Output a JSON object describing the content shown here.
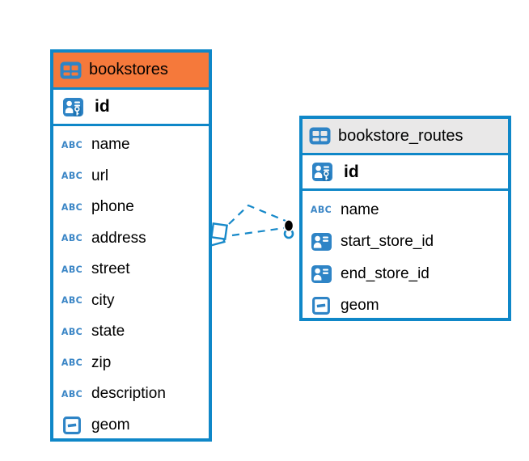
{
  "colors": {
    "border_blue": "#0F87C8",
    "icon_blue": "#2E84C6",
    "bookstores_header_bg": "#F5793B",
    "routes_header_bg": "#E9E8E8",
    "relationship_line_blue": "#1789C9",
    "one_end_marker_black": "#000000"
  },
  "icons": {
    "abc_label": "ABC"
  },
  "tables": [
    {
      "name": "bookstores",
      "header_icon": "table-icon",
      "primary_key": {
        "name": "id",
        "icon": "primary-key-icon"
      },
      "fields": [
        {
          "name": "name",
          "icon": "text-type-icon"
        },
        {
          "name": "url",
          "icon": "text-type-icon"
        },
        {
          "name": "phone",
          "icon": "text-type-icon"
        },
        {
          "name": "address",
          "icon": "text-type-icon"
        },
        {
          "name": "street",
          "icon": "text-type-icon"
        },
        {
          "name": "city",
          "icon": "text-type-icon"
        },
        {
          "name": "state",
          "icon": "text-type-icon"
        },
        {
          "name": "zip",
          "icon": "text-type-icon"
        },
        {
          "name": "description",
          "icon": "text-type-icon"
        },
        {
          "name": "geom",
          "icon": "geometry-type-icon"
        }
      ]
    },
    {
      "name": "bookstore_routes",
      "header_icon": "table-icon",
      "primary_key": {
        "name": "id",
        "icon": "primary-key-icon"
      },
      "fields": [
        {
          "name": "name",
          "icon": "text-type-icon"
        },
        {
          "name": "start_store_id",
          "icon": "foreign-key-icon"
        },
        {
          "name": "end_store_id",
          "icon": "foreign-key-icon"
        },
        {
          "name": "geom",
          "icon": "geometry-type-icon"
        }
      ]
    }
  ],
  "relationships": {
    "style": "dashed",
    "lines": [
      {
        "from": "bookstores",
        "to": "bookstore_routes"
      },
      {
        "from": "bookstores",
        "to": "bookstore_routes"
      }
    ],
    "from_marker": "overlapping-squares",
    "to_marker": "filled-dot"
  }
}
